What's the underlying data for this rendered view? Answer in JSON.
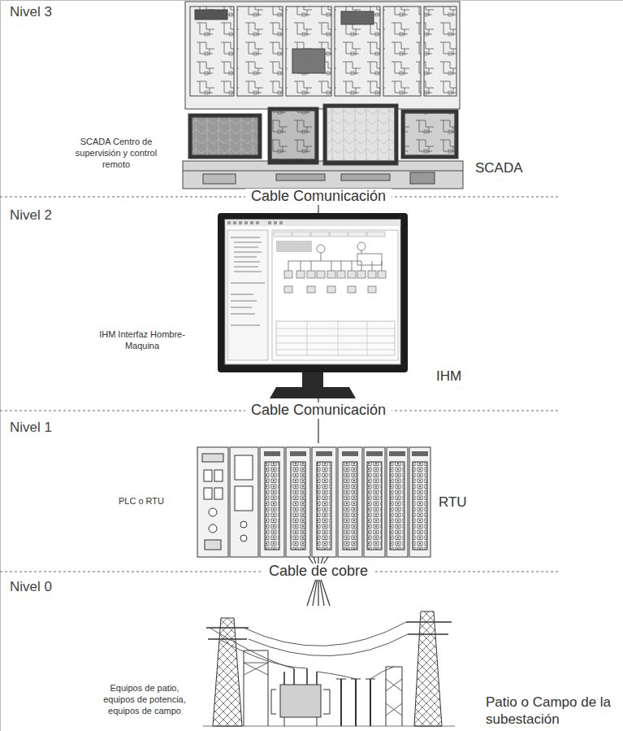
{
  "diagram": {
    "nodes": [
      {
        "text": [
          "SCADA Centro de supervisión y control remoto",
          "SCADA"
        ]
      },
      {
        "text": [
          "IHM Interfaz Hombre-Maquina",
          "IHM"
        ]
      },
      {
        "text": [
          "PLC o RTU",
          "RTU"
        ]
      },
      {
        "text": [
          "Equipos de patio, equipos de potencia, equipos de campo",
          "Patio o Campo de la subestación"
        ]
      }
    ],
    "edges": [
      {
        "from": 0,
        "to": 1,
        "label": "Cable Comunicación",
        "arrow": "none"
      },
      {
        "from": 1,
        "to": 2,
        "label": "Cable Comunicación",
        "arrow": "none"
      },
      {
        "from": 2,
        "to": 3,
        "label": "Cable de cobre",
        "arrow": "none"
      }
    ],
    "labels": [
      "Nivel 3",
      "Nivel 2",
      "Nivel 1",
      "Nivel 0"
    ]
  }
}
